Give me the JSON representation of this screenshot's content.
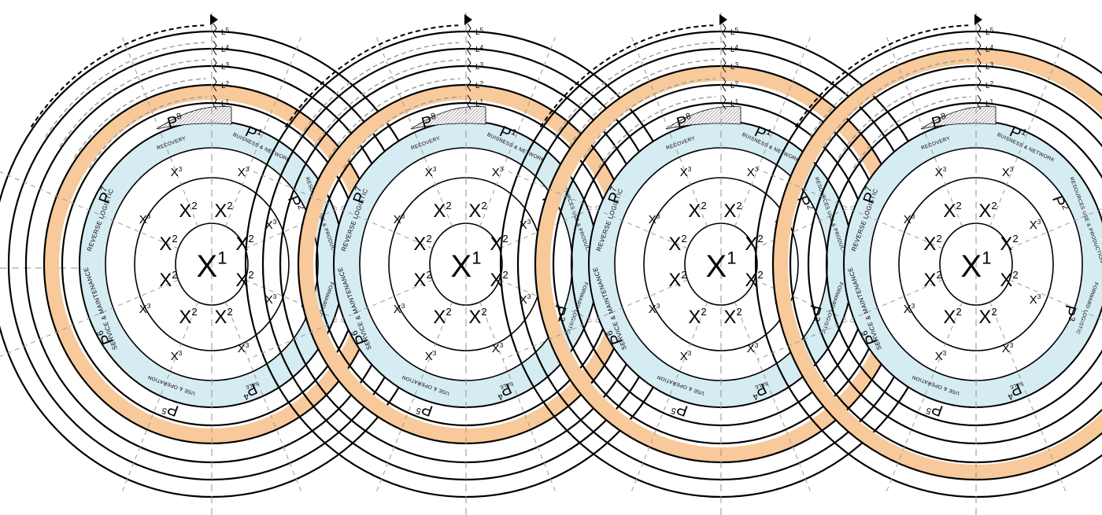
{
  "center": {
    "symbol": "X",
    "sup": "1"
  },
  "ring2": {
    "symbol": "X",
    "sup": "2",
    "count": 8
  },
  "ring3": {
    "symbol": "X",
    "sup": "3",
    "count": 8
  },
  "phases": [
    {
      "id": "P",
      "sup": "1",
      "label": "BUISNESS & NETWORK"
    },
    {
      "id": "P",
      "sup": "2",
      "label": "RESOURCES USE & PRODUCTION"
    },
    {
      "id": "P",
      "sup": "3",
      "label": "FORWARD LOGISTIC"
    },
    {
      "id": "P",
      "sup": "4",
      "label": "SALE"
    },
    {
      "id": "P",
      "sup": "5",
      "label": "USE & OPERATION"
    },
    {
      "id": "P",
      "sup": "6",
      "label": "SERVICE & MAINTENANCE"
    },
    {
      "id": "P",
      "sup": "7",
      "label": "REVERSE LOGISTIC"
    },
    {
      "id": "P",
      "sup": "8",
      "label": "RECOVERY"
    }
  ],
  "loop_labels": [
    {
      "letter": "L",
      "num": "1"
    },
    {
      "letter": "L",
      "num": "2"
    },
    {
      "letter": "L",
      "num": "3"
    },
    {
      "letter": "L",
      "num": "4"
    },
    {
      "letter": "L",
      "num": "5"
    }
  ],
  "panels": [
    {
      "highlighted_loop": 2
    },
    {
      "highlighted_loop": 2
    },
    {
      "highlighted_loop": 3
    },
    {
      "highlighted_loop": 4
    }
  ],
  "colors": {
    "phase_ring": "#d6ecf3",
    "highlight": "#f8c99a",
    "stroke": "#000000",
    "dashed": "#9a9a9a",
    "hatch": "#8a8a8a"
  }
}
